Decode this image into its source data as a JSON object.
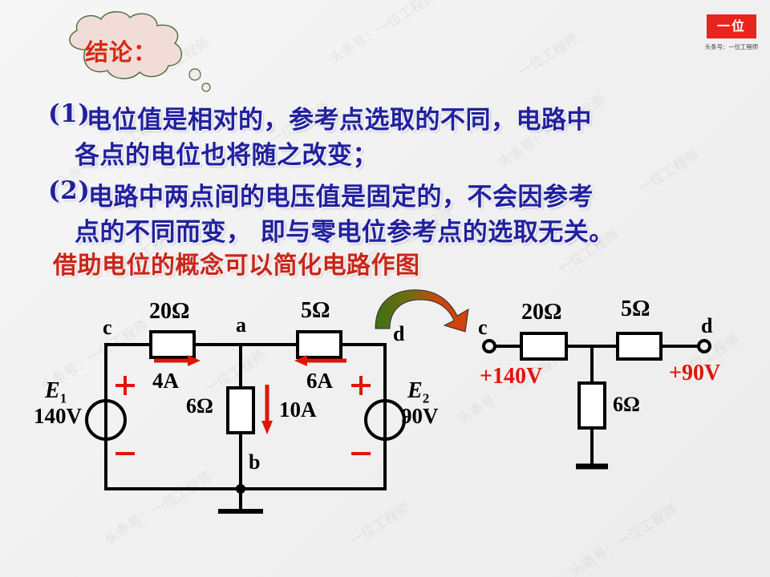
{
  "slide": {
    "background_color": "#f2f2f2",
    "cloud_label": "结论：",
    "cloud_fill": "#f2dcd8",
    "cloud_stroke": "#4a6b3a",
    "cloud_text_color": "#d42a12"
  },
  "logo": {
    "mark_text": "一位",
    "mark_color": "#e8251c",
    "caption": "头条号：一位工程师"
  },
  "conclusions": [
    {
      "marker": "(1)",
      "line1": "电位值是相对的，参考点选取的不同，电路中",
      "line2": "各点的电位也将随之改变；",
      "color": "#21219e"
    },
    {
      "marker": "(2)",
      "line1": "电路中两点间的电压值是固定的，不会因参考",
      "line2": "点的不同而变，  即与零电位参考点的选取无关。",
      "color": "#21219e"
    }
  ],
  "red_note": {
    "text": "借助电位的概念可以简化电路作图",
    "color": "#c9261a"
  },
  "transition_arrow": {
    "name": "curved-arrow",
    "start_color": "#3f7016",
    "end_color": "#d2400e"
  },
  "circuit_left": {
    "nodes": [
      "c",
      "a",
      "d",
      "b"
    ],
    "resistors": [
      {
        "id": "R20",
        "label": "20Ω",
        "position": "top-left-branch"
      },
      {
        "id": "R5",
        "label": "5Ω",
        "position": "top-right-branch"
      },
      {
        "id": "R6",
        "label": "6Ω",
        "position": "middle-vertical-branch"
      }
    ],
    "currents": [
      {
        "label": "4A",
        "direction": "right",
        "color": "#e01508"
      },
      {
        "label": "6A",
        "direction": "left",
        "color": "#e01508"
      },
      {
        "label": "10A",
        "direction": "down",
        "color": "#e01508"
      }
    ],
    "sources": [
      {
        "name": "E1",
        "symbol": "E",
        "subscript": "1",
        "value": "140V",
        "plus": "+",
        "minus": "–"
      },
      {
        "name": "E2",
        "symbol": "E",
        "subscript": "2",
        "value": "90V",
        "plus": "+",
        "minus": "–"
      }
    ],
    "ground": "node-b-ground"
  },
  "circuit_right": {
    "nodes": [
      "c",
      "d"
    ],
    "resistors": [
      {
        "id": "R20",
        "label": "20Ω"
      },
      {
        "id": "R5",
        "label": "5Ω"
      },
      {
        "id": "R6",
        "label": "6Ω"
      }
    ],
    "potentials": [
      {
        "node": "c",
        "label": "+140V",
        "color": "#e01508"
      },
      {
        "node": "d",
        "label": "+90V",
        "color": "#e01508"
      }
    ],
    "ground": "bottom-ground"
  },
  "watermarks": {
    "text_a": "头条号：一位工程师",
    "text_b": "一位工程师"
  }
}
